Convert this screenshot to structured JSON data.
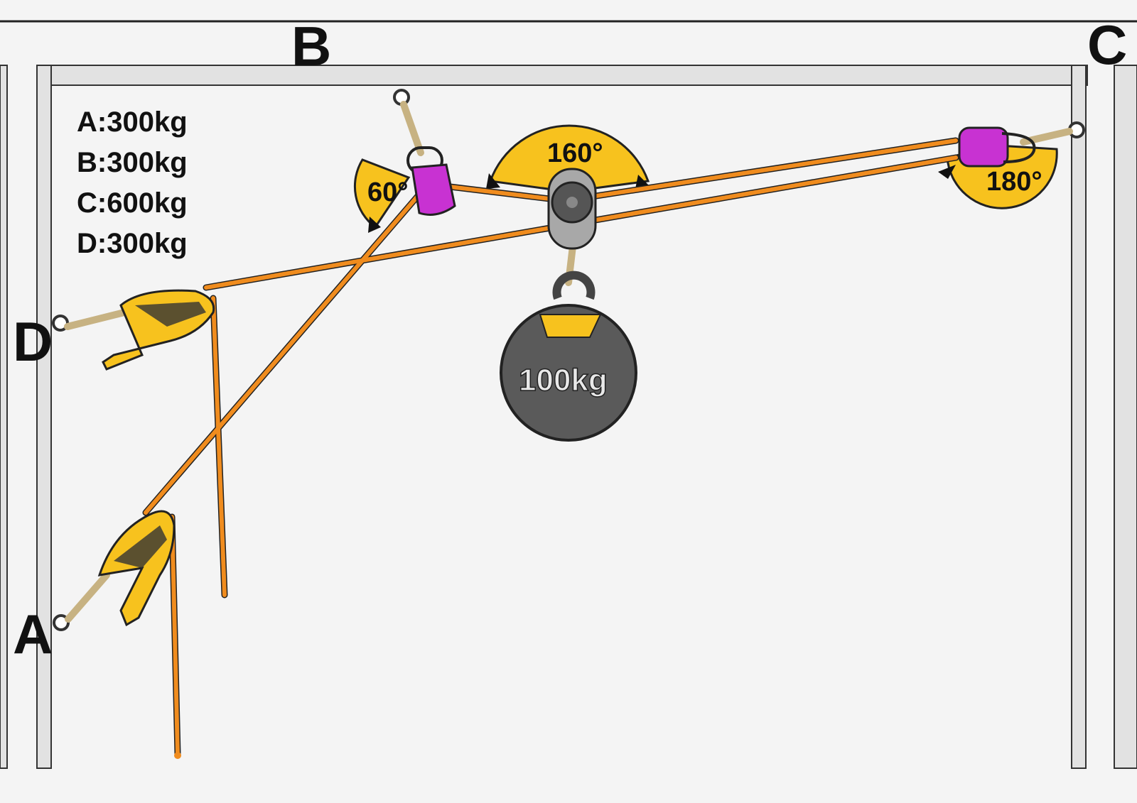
{
  "anchors": {
    "A": {
      "label": "A"
    },
    "B": {
      "label": "B"
    },
    "C": {
      "label": "C"
    },
    "D": {
      "label": "D"
    }
  },
  "legend": [
    {
      "text": "A:300kg"
    },
    {
      "text": "B:300kg"
    },
    {
      "text": "C:600kg"
    },
    {
      "text": "D:300kg"
    }
  ],
  "angles": {
    "left": "60°",
    "center": "160°",
    "right": "180°"
  },
  "weight": {
    "label": "100kg"
  },
  "colors": {
    "rope": "#f08c1e",
    "angle_fill": "#f7c21e",
    "carabiner": "#c832d2",
    "weight": "#5a5a5a",
    "frame": "#dcdcdc"
  }
}
